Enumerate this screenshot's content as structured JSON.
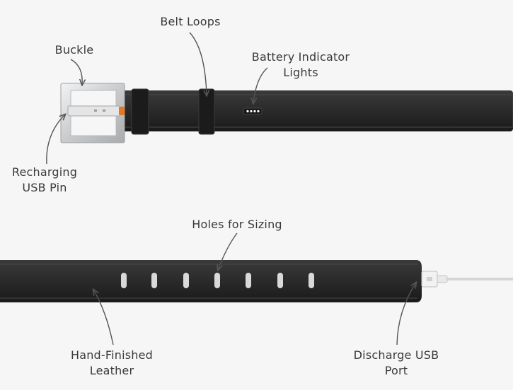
{
  "diagram": {
    "labels": {
      "belt_loops": "Belt Loops",
      "buckle": "Buckle",
      "battery_indicator": "Battery Indicator\nLights",
      "recharging_pin": "Recharging\nUSB Pin",
      "holes": "Holes for Sizing",
      "leather": "Hand-Finished\nLeather",
      "discharge_port": "Discharge USB\nPort"
    },
    "colors": {
      "background": "#f6f6f6",
      "leather": "#2b2b2b",
      "stitch": "#4a4a4a",
      "buckle": "#d7d9db",
      "accent": "#e87722",
      "indicator": "#ffffff",
      "text": "#3a3a3a"
    },
    "sizing_hole_count": 7,
    "indicator_light_count": 4
  }
}
